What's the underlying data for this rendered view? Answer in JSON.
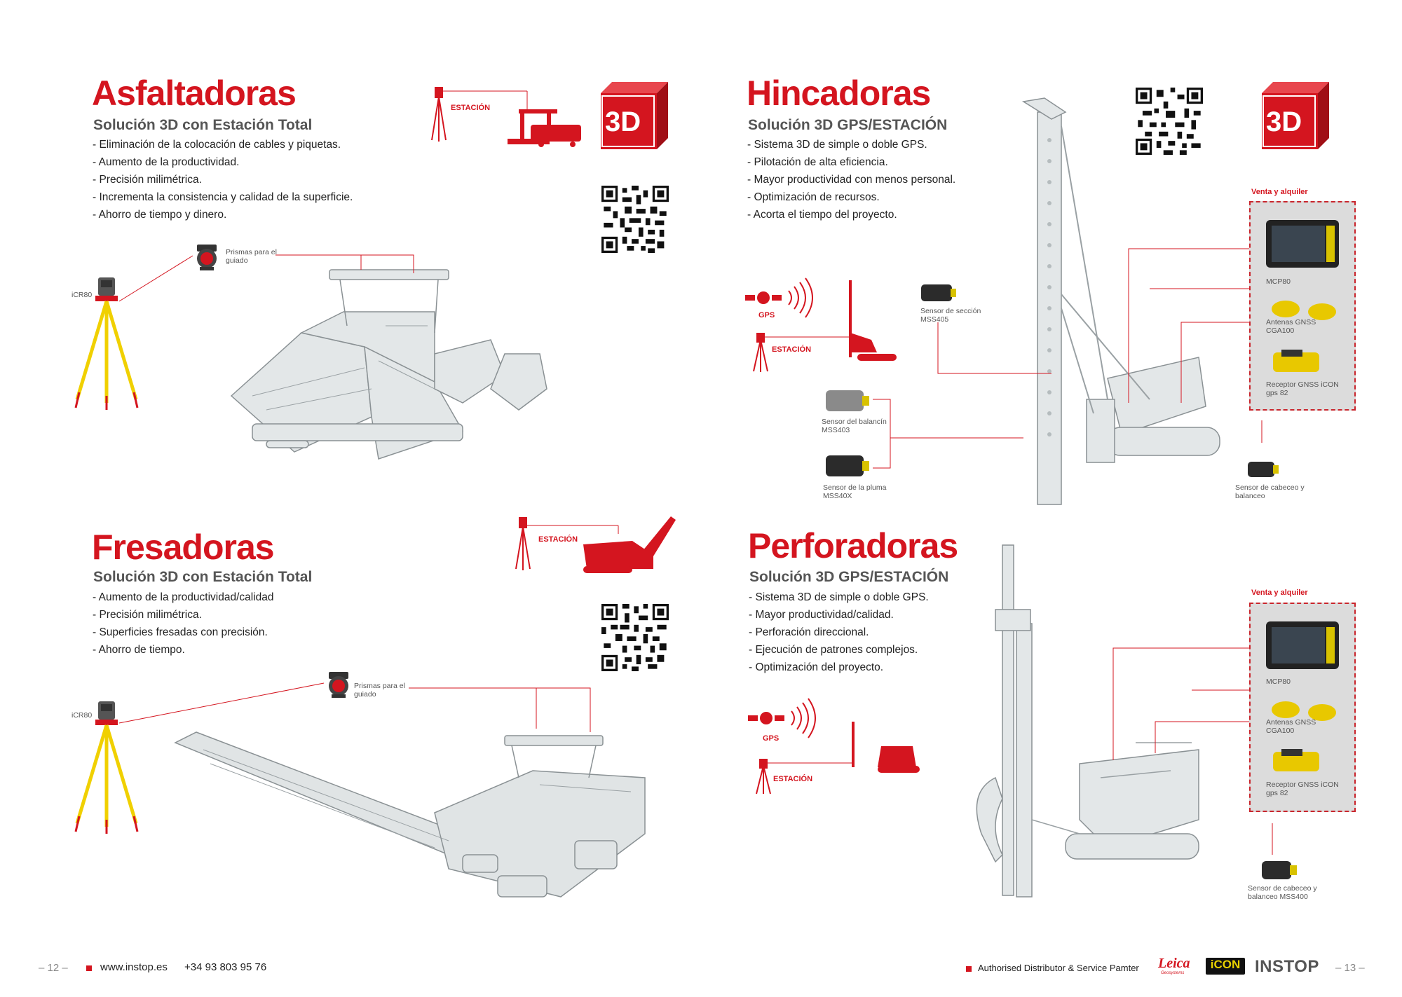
{
  "sections": {
    "asfaltadoras": {
      "title": "Asfaltadoras",
      "subtitle": "Solución 3D con Estación Total",
      "bullets": [
        "- Eliminación de la colocación de cables y piquetas.",
        "- Aumento de la productividad.",
        "- Precisión milimétrica.",
        "- Incrementa la consistencia y calidad de la superficie.",
        "- Ahorro de tiempo y dinero."
      ],
      "diagram_label": "ESTACIÓN",
      "badge": "3D",
      "prism_label": "Prismas para el guiado",
      "icr_label": "iCR80"
    },
    "fresadoras": {
      "title": "Fresadoras",
      "subtitle": "Solución 3D con Estación Total",
      "bullets": [
        "- Aumento de la productividad/calidad",
        "- Precisión milimétrica.",
        "- Superficies fresadas con precisión.",
        "- Ahorro de tiempo."
      ],
      "diagram_label": "ESTACIÓN",
      "prism_label": "Prismas para el guiado",
      "icr_label": "iCR80"
    },
    "hincadoras": {
      "title": "Hincadoras",
      "subtitle": "Solución 3D GPS/ESTACIÓN",
      "bullets": [
        "- Sistema 3D de simple o doble GPS.",
        "- Pilotación de alta eficiencia.",
        "- Mayor productividad con menos personal.",
        "- Optimización de recursos.",
        "- Acorta el tiempo del proyecto."
      ],
      "gps_label": "GPS",
      "station_label": "ESTACIÓN",
      "badge": "3D",
      "panel_title": "Venta y alquiler",
      "panel_items": [
        "MCP80",
        "Antenas GNSS CGA100",
        "Receptor GNSS iCON gps 82"
      ],
      "sensor_section": "Sensor de sección MSS405",
      "sensor_balancin": "Sensor del balancín MSS403",
      "sensor_pluma": "Sensor de la pluma MSS40X",
      "sensor_cabeceo": "Sensor de cabeceo y balanceo"
    },
    "perforadoras": {
      "title": "Perforadoras",
      "subtitle": "Solución 3D GPS/ESTACIÓN",
      "bullets": [
        "- Sistema 3D de simple o doble GPS.",
        "- Mayor productividad/calidad.",
        "- Perforación direccional.",
        "- Ejecución de patrones complejos.",
        "- Optimización del proyecto."
      ],
      "gps_label": "GPS",
      "station_label": "ESTACIÓN",
      "panel_title": "Venta y alquiler",
      "panel_items": [
        "MCP80",
        "Antenas GNSS CGA100",
        "Receptor GNSS iCON gps 82"
      ],
      "sensor_cabeceo": "Sensor de cabeceo y balanceo MSS400"
    }
  },
  "footer": {
    "left_page": "– 12 –",
    "website": "www.instop.es",
    "phone": "+34 93 803 95 76",
    "distributor": "Authorised Distributor & Service Pamter",
    "leica": "Leica",
    "leica_sub": "Geosystems",
    "icon_brand": "iCON",
    "instop": "INSTOP",
    "right_page": "– 13 –"
  },
  "colors": {
    "accent": "#d4151f",
    "machine": "#dfe3e4",
    "panel": "#dcdcdc"
  }
}
